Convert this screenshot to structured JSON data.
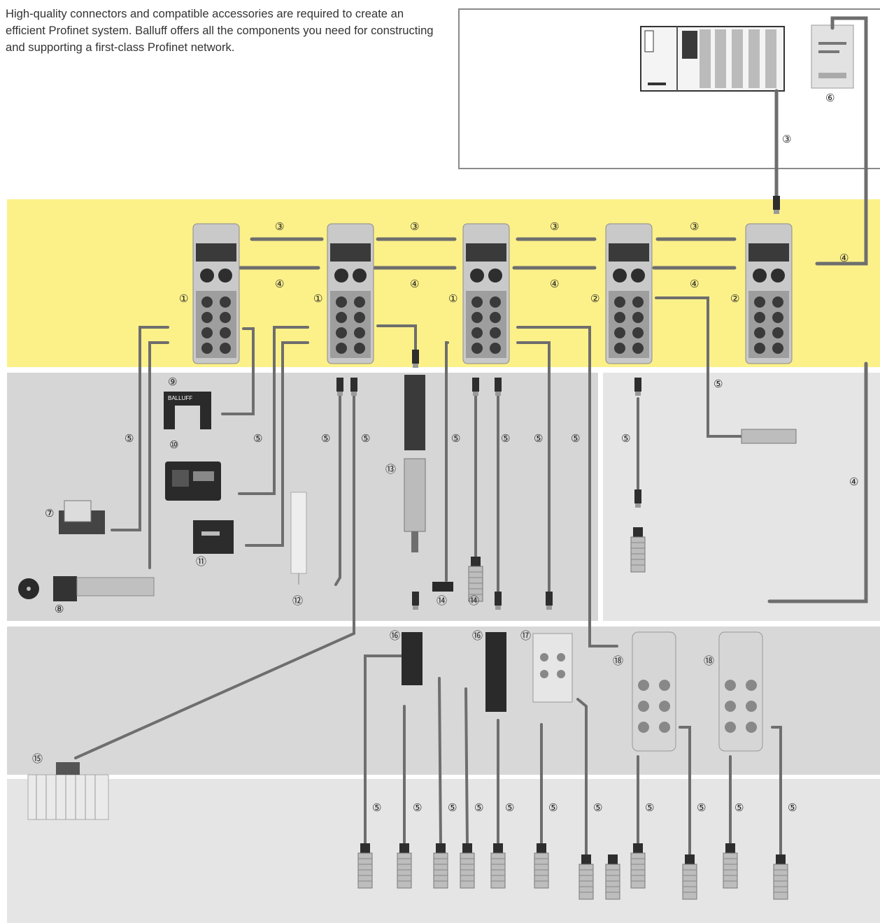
{
  "intro_text": "High-quality connectors and compatible accessories are required to create an efficient Profinet system. Balluff offers all the components you need for constructing and supporting a first-class Profinet network.",
  "colors": {
    "field_band": "#fcf189",
    "sensor_band_left": "#d6d6d6",
    "sensor_band_right": "#e5e5e5",
    "io_band": "#d8d8d8",
    "sensor_row_band": "#e5e5e5",
    "cable": "#6e6e6e",
    "module_body": "#c9c9c9"
  },
  "device_labels": {
    "balluff_brand": "BALLUFF"
  },
  "callouts": {
    "c1": "①",
    "c2": "②",
    "c3": "③",
    "c4": "④",
    "c5": "⑤",
    "c6": "⑥",
    "c7": "⑦",
    "c8": "⑧",
    "c9": "⑨",
    "c10": "⑩",
    "c11": "⑪",
    "c12": "⑫",
    "c13": "⑬",
    "c14": "⑭",
    "c15": "⑮",
    "c16": "⑯",
    "c17": "⑰",
    "c18": "⑱"
  }
}
